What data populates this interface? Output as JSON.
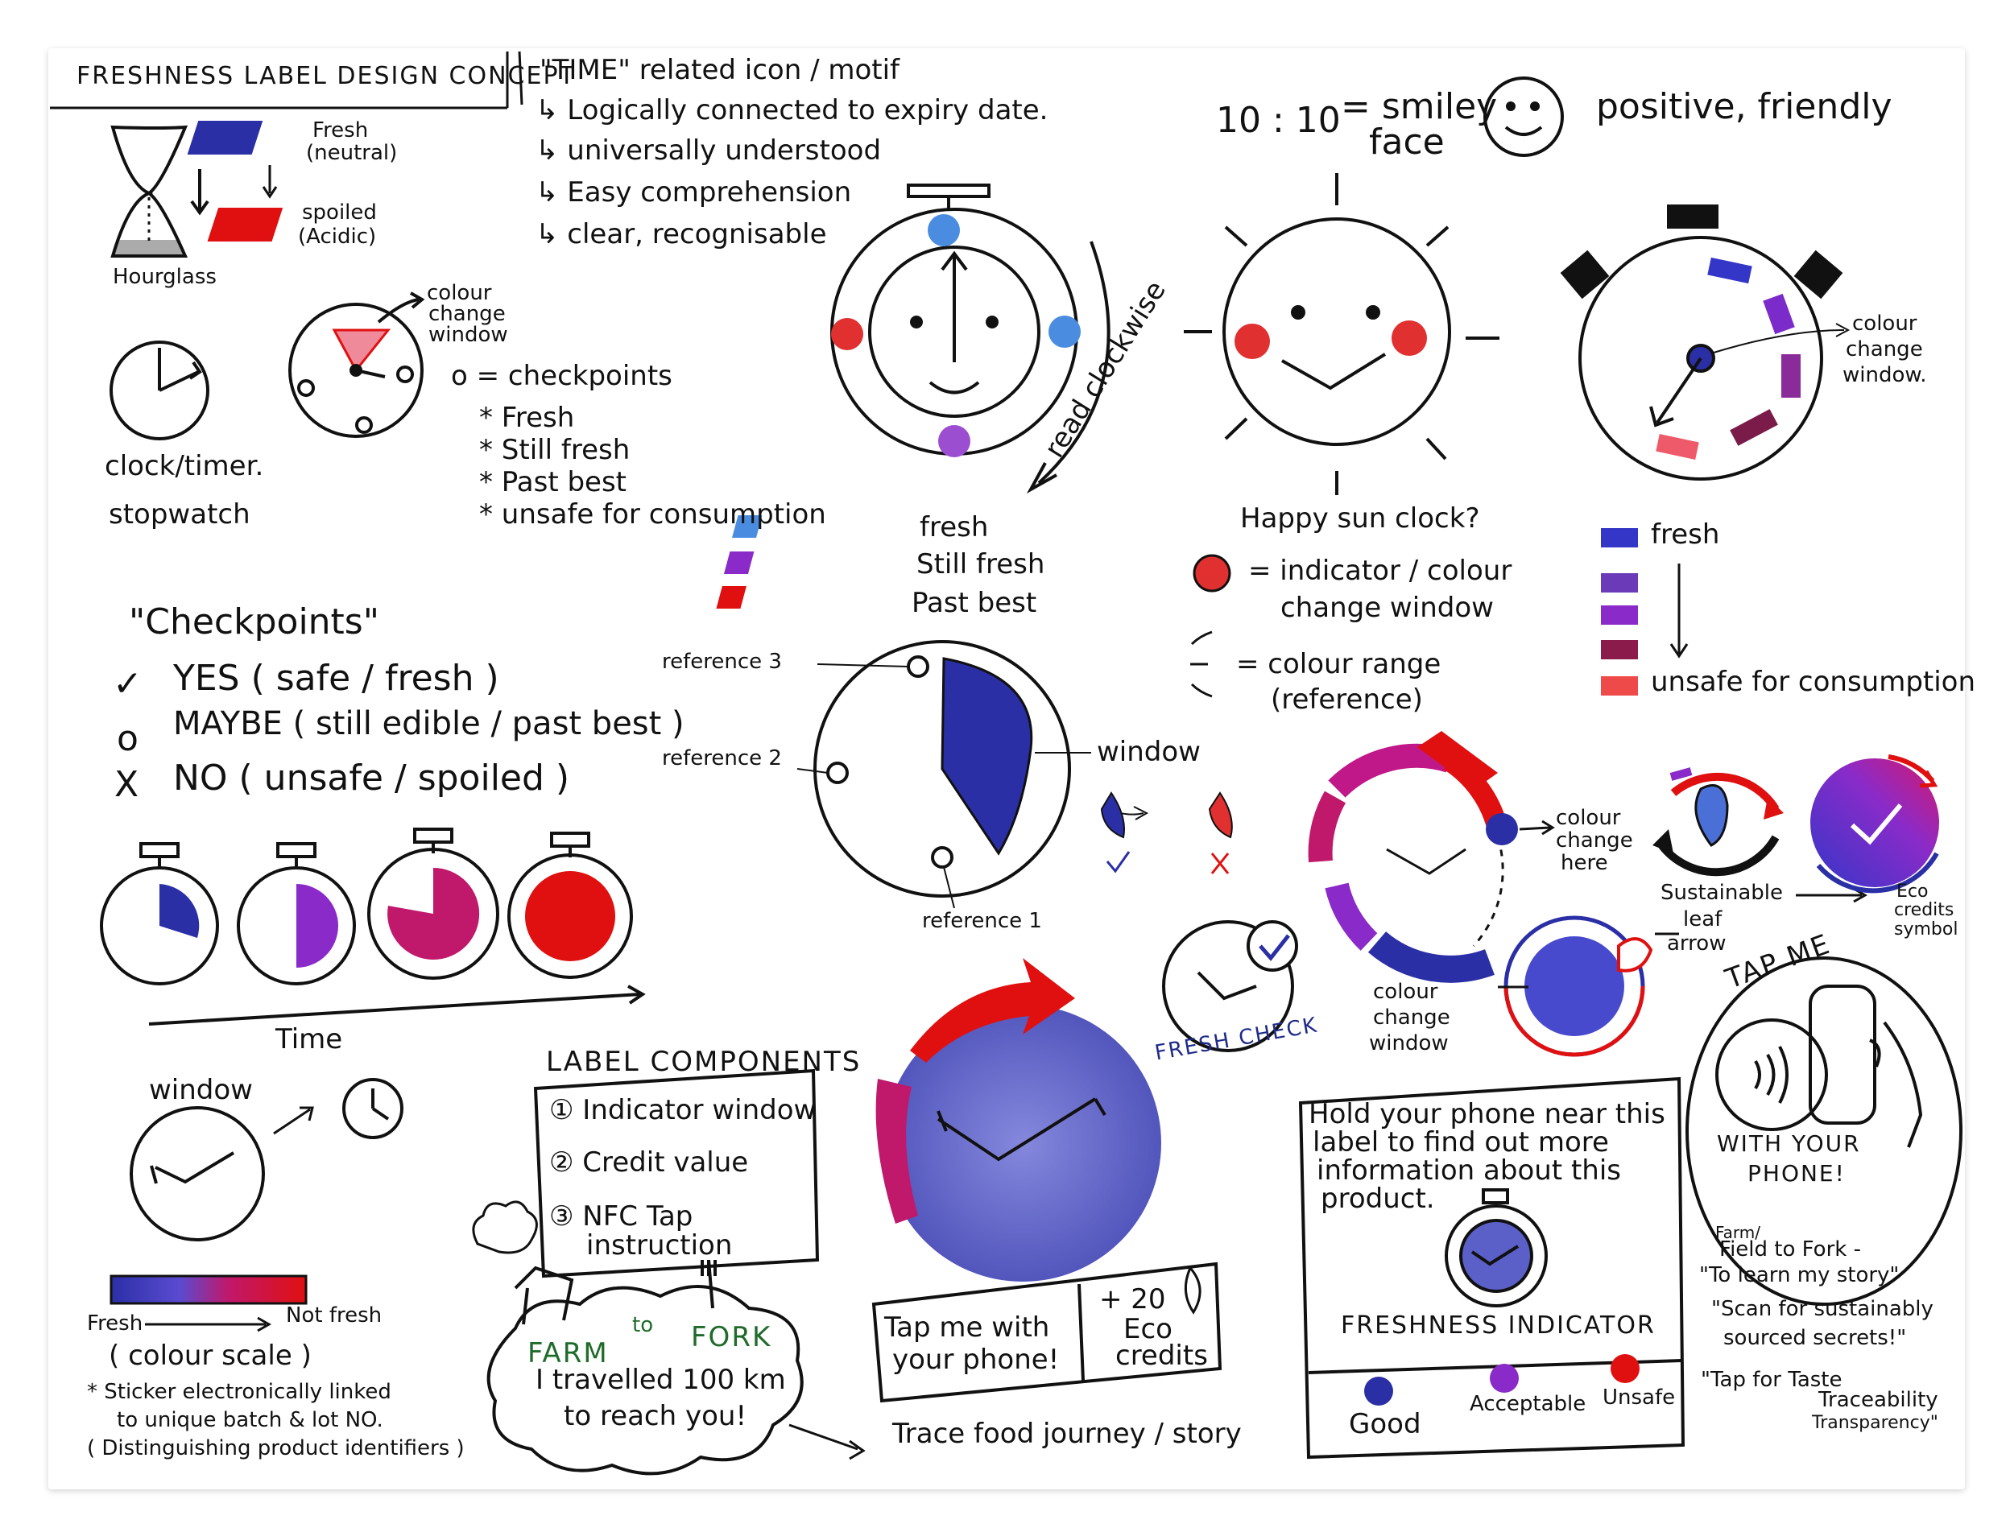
{
  "title": "FRESHNESS LABEL DESIGN CONCEPT",
  "time_motif": {
    "heading": "\"TIME\" related icon / motif",
    "points": [
      "↳ Logically connected to expiry date.",
      "↳ universally understood",
      "↳ Easy comprehension",
      "↳ clear, recognisable"
    ]
  },
  "hourglass": {
    "label": "Hourglass",
    "fresh": "Fresh",
    "fresh_sub": "(neutral)",
    "spoiled": "spoiled",
    "spoiled_sub": "(Acidic)"
  },
  "clock_timer": {
    "line1": "clock/timer.",
    "line2": "stopwatch"
  },
  "checkpoint_clock": {
    "window_label": [
      "colour",
      "change",
      "window"
    ],
    "legend_head": "o = checkpoints",
    "items": [
      "* Fresh",
      "* Still fresh",
      "* Past best",
      "* unsafe for consumption"
    ]
  },
  "smiley": {
    "time": "10 : 10",
    "eq": "= smiley",
    "eq2": "face",
    "desc": "positive, friendly"
  },
  "face_clock": {
    "read": "read clockwise",
    "legend": [
      "fresh",
      "Still fresh",
      "Past best"
    ]
  },
  "sun_clock": {
    "caption": "Happy sun clock?",
    "indicator": [
      "= indicator / colour",
      "change window"
    ],
    "range": [
      "= colour range",
      "(reference)"
    ]
  },
  "stopwatch_right": {
    "window_label": [
      "colour",
      "change",
      "window."
    ],
    "scale_top": "fresh",
    "scale_bottom": "unsafe for consumption"
  },
  "checkpoints": {
    "heading": "\"Checkpoints\"",
    "rows": [
      {
        "mark": "✓",
        "text": "YES ( safe / fresh )"
      },
      {
        "mark": "o",
        "text": "MAYBE ( still edible / past best )"
      },
      {
        "mark": "X",
        "text": "NO ( unsafe / spoiled )"
      }
    ],
    "time_label": "Time"
  },
  "reference_clock": {
    "ref3": "reference 3",
    "ref2": "reference 2",
    "ref1": "reference 1",
    "window": "window"
  },
  "arrow_ring": {
    "label": [
      "colour",
      "change",
      "here"
    ]
  },
  "fresh_check": {
    "label": "FRESH CHECK"
  },
  "leaf": {
    "window_label": [
      "colour",
      "change",
      "window"
    ],
    "leaf_label": [
      "Sustainable",
      "leaf",
      "arrow"
    ],
    "eco_label": [
      "Eco",
      "credits",
      "symbol"
    ]
  },
  "colour_scale": {
    "window": "window",
    "fresh": "Fresh",
    "not_fresh": "Not fresh",
    "caption": "( colour scale )",
    "note1": "* Sticker electronically linked",
    "note2": "to unique batch & lot NO.",
    "note3": "( Distinguishing product identifiers )"
  },
  "components": {
    "heading": "LABEL COMPONENTS",
    "items": [
      "① Indicator window",
      "② Credit value",
      "③ NFC Tap",
      "instruction"
    ]
  },
  "farm": {
    "farm": "FARM",
    "to": "to",
    "fork": "FORK",
    "line1": "I travelled 100 km",
    "line2": "to reach you!",
    "trace": "Trace food journey / story"
  },
  "big_label": {
    "tap1": "Tap me with",
    "tap2": "your phone!",
    "credits1": "+ 20",
    "credits2": "Eco",
    "credits3": "credits"
  },
  "nfc_label": {
    "text": [
      "Hold your phone near this",
      "label to find out more",
      "information about this",
      "product."
    ],
    "indicator": "FRESHNESS INDICATOR",
    "levels": [
      "Good",
      "Acceptable",
      "Unsafe"
    ]
  },
  "tap_me": {
    "top": "TAP ME",
    "bottom1": "WITH YOUR",
    "bottom2": "PHONE!",
    "quotes": [
      "Farm/",
      "Field to Fork -",
      "\"To learn my story\"",
      "\"Scan for sustainably",
      "sourced secrets!\"",
      "\"Tap for Taste",
      "Traceability",
      "Transparency\""
    ]
  },
  "colors": {
    "blue": "#2b2fa6",
    "light_blue": "#4a8de0",
    "purple": "#8a2bc9",
    "magenta": "#c0186b",
    "red": "#e01010",
    "pink": "#ef5a6a",
    "green": "#1f6b2a"
  },
  "icons": [
    "hourglass-icon",
    "clock-icon",
    "stopwatch-icon",
    "sun-icon",
    "leaf-icon",
    "phone-icon",
    "cloud-icon",
    "checkmark-icon"
  ]
}
